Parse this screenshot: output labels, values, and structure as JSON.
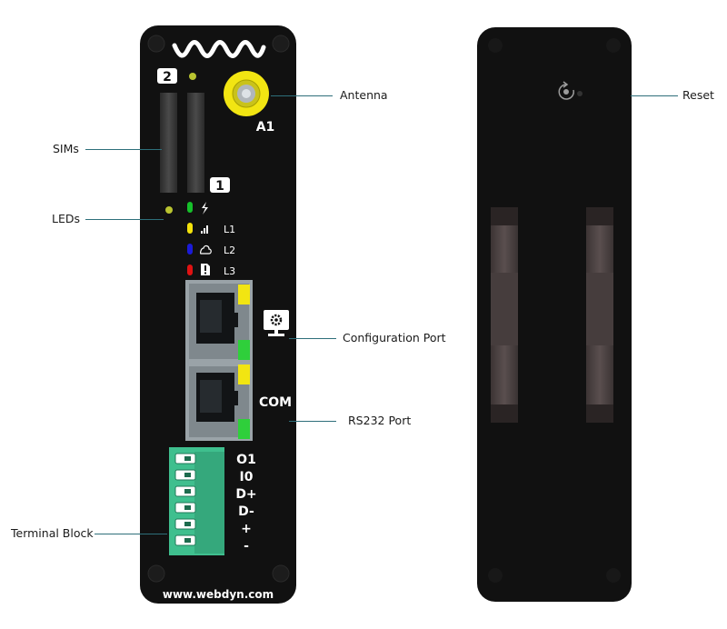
{
  "device_front": {
    "sim_labels": {
      "sim_2": "2",
      "sim_1": "1"
    },
    "antenna_label": "A1",
    "led_labels": [
      "L1",
      "L2",
      "L3"
    ],
    "com_label": "COM",
    "terminal_labels": [
      "O1",
      "I0",
      "D+",
      "D-",
      "+",
      "-"
    ],
    "website": "www.webdyn.com",
    "led_colors": {
      "power": "#16c02a",
      "l1": "#f3e20b",
      "l2": "#1b1bd8",
      "l3": "#e01212",
      "status": "#b9c430"
    },
    "terminal_color": "#3fbf8e",
    "antenna_color": "#f2e512"
  },
  "callouts": {
    "antenna": "Antenna",
    "sims": "SIMs",
    "leds": "LEDs",
    "configuration_port": "Configuration Port",
    "rs232_port": "RS232 Port",
    "terminal_block": "Terminal Block",
    "reset": "Reset"
  }
}
